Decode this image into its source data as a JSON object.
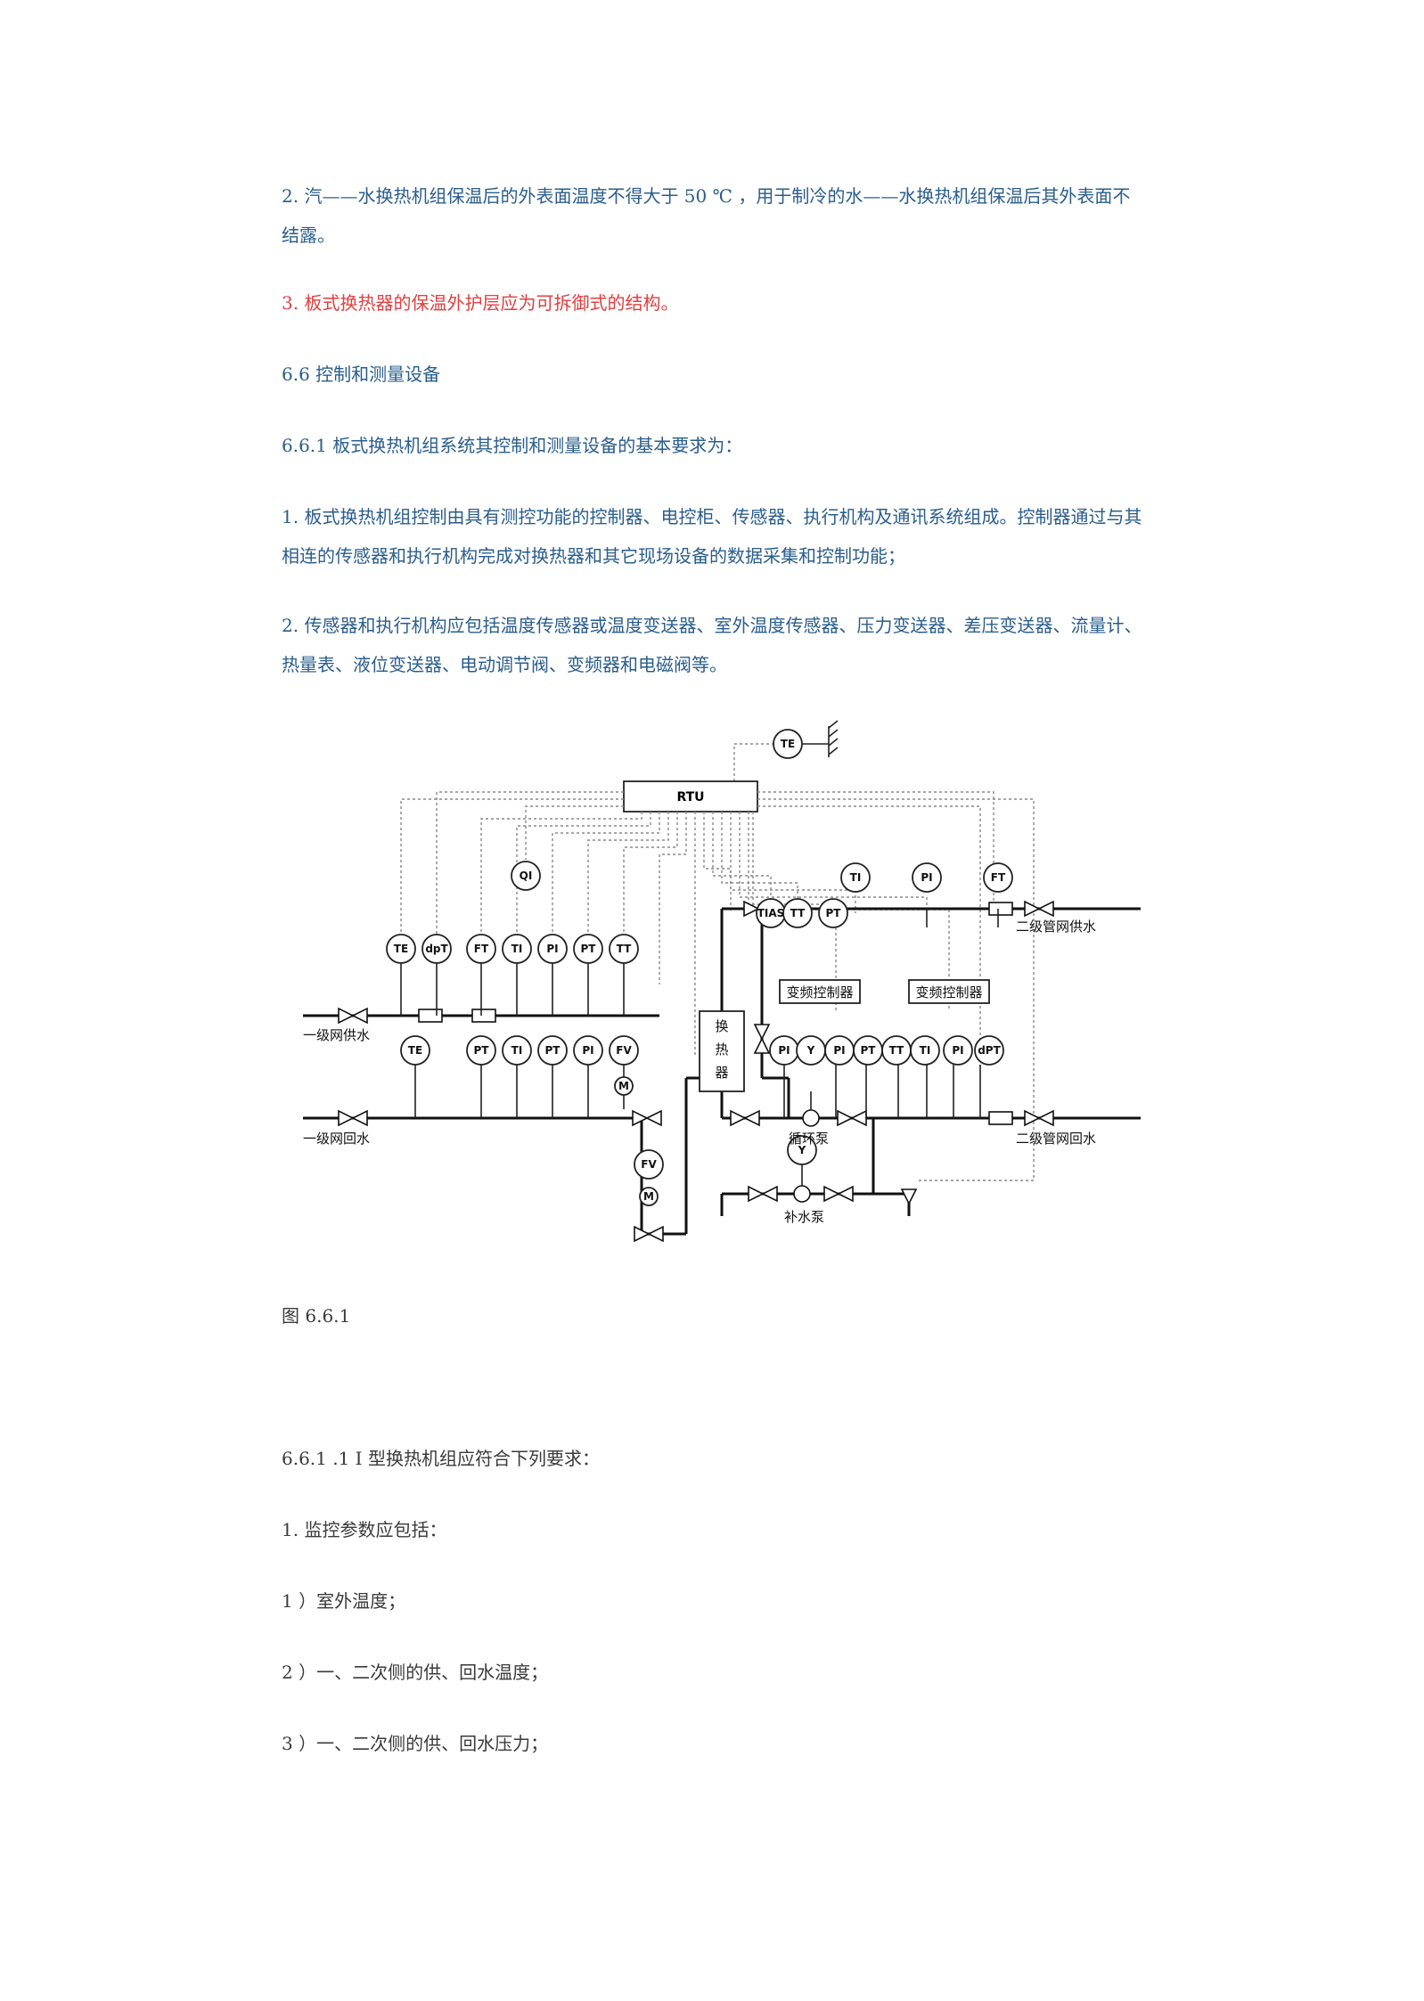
{
  "paragraphs": {
    "p1": "2. 汽——水换热机组保温后的外表面温度不得大于 50 ℃ ，用于制冷的水——水换热机组保温后其外表面不结露。",
    "p2": "3. 板式换热器的保温外护层应为可拆御式的结构。",
    "p3": "6.6 控制和测量设备",
    "p4": "6.6.1 板式换热机组系统其控制和测量设备的基本要求为：",
    "p5": "1. 板式换热机组控制由具有测控功能的控制器、电控柜、传感器、执行机构及通讯系统组成。控制器通过与其相连的传感器和执行机构完成对换热器和其它现场设备的数据采集和控制功能；",
    "p6": "2. 传感器和执行机构应包括温度传感器或温度变送器、室外温度传感器、压力变送器、差压变送器、流量计、热量表、液位变送器、电动调节阀、变频器和电磁阀等。",
    "caption": "图 6.6.1",
    "p7": "6.6.1 .1 I 型换热机组应符合下列要求：",
    "p8": "1. 监控参数应包括：",
    "p9": "1 ）室外温度；",
    "p10": "2 ）一、二次侧的供、回水温度；",
    "p11": "3 ）一、二次侧的供、回水压力；"
  },
  "diagram": {
    "rtu": "RTU",
    "exchanger": [
      "换",
      "热",
      "器"
    ],
    "vfd_1": "变频控制器",
    "vfd_2": "变频控制器",
    "primary_supply": "一级网供水",
    "primary_return": "一级网回水",
    "secondary_supply": "二级管网供水",
    "secondary_return": "二级管网回水",
    "circ_pump": "循环泵",
    "makeup_pump": "补水泵",
    "instruments": {
      "te_out": "TE",
      "qi": "QI",
      "te_1": "TE",
      "dpt_1": "dpT",
      "ft_1": "FT",
      "ti_1": "TI",
      "pi_1": "PI",
      "pt_1": "PT",
      "tt_1": "TT",
      "te_2": "TE",
      "pt_2": "PT",
      "ti_2": "TI",
      "pt_3": "PT",
      "pi_2": "PI",
      "fv_1": "FV",
      "fv_2": "FV",
      "m_1": "M",
      "m_2": "M",
      "tias": "TIAS",
      "tt_2": "TT",
      "pt_4": "PT",
      "ti_3": "TI",
      "pi_3": "PI",
      "ft_2": "FT",
      "pi_4": "PI",
      "y_1": "Y",
      "pi_5": "PI",
      "pt_5": "PT",
      "tt_3": "TT",
      "ti_4": "TI",
      "pi_6": "PI",
      "dpt_2": "dPT",
      "y_2": "Y"
    }
  }
}
